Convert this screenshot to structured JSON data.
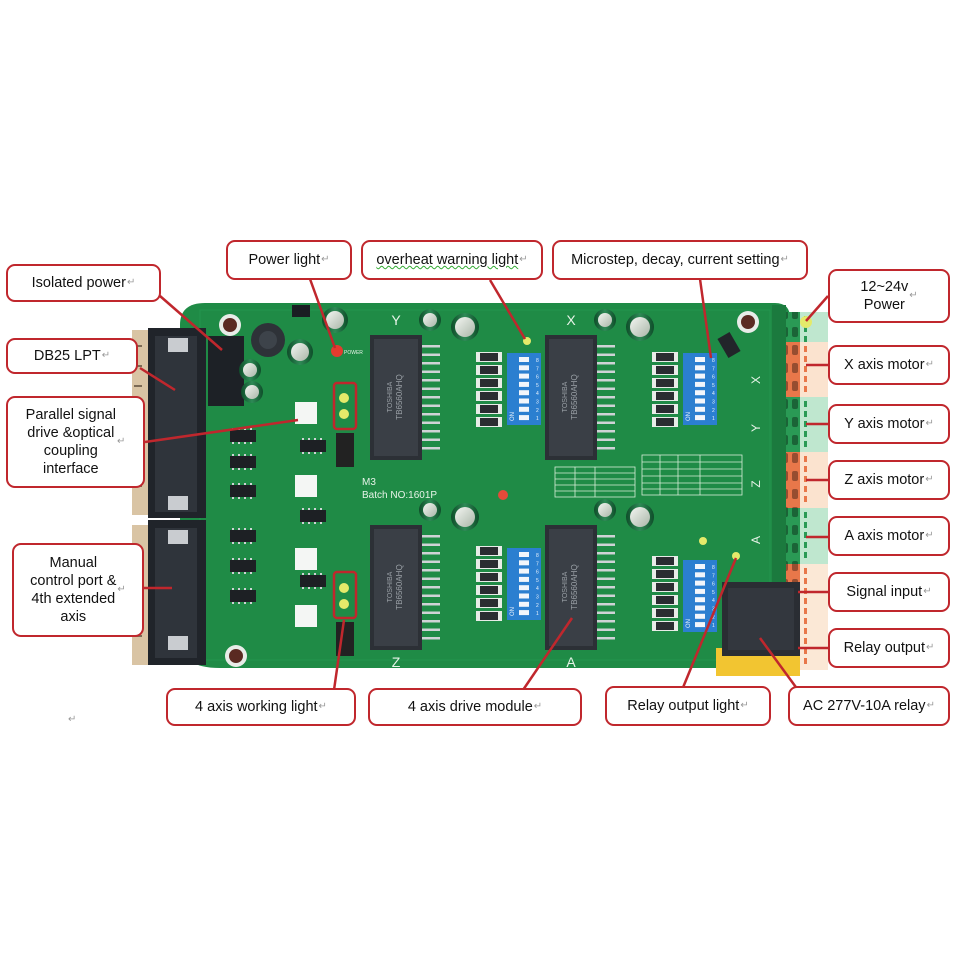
{
  "colors": {
    "callout_border": "#c0272d",
    "leader_line": "#c0272d",
    "pcb_green": "#1e8a45",
    "pcb_dark": "#137036",
    "terminal_orange": "#e8774a",
    "terminal_green": "#2a9a55",
    "dip_blue": "#2b7fd0",
    "relay_black": "#2a2d33",
    "relay_yellow": "#f2c531",
    "led_yellow": "#e4ea6a",
    "led_red": "#e33b2f"
  },
  "callouts": {
    "isolated_power": "Isolated power",
    "power_light": "Power light",
    "overheat_warning_light": "overheat warning light",
    "microstep_setting": "Microstep, decay, current setting",
    "power_12_24v": "12~24v\nPower",
    "db25_lpt": "DB25 LPT",
    "parallel_signal": "Parallel signal\ndrive &optical\ncoupling\ninterface",
    "manual_control": "Manual\ncontrol port &\n4th extended\naxis",
    "x_axis_motor": "X axis motor",
    "y_axis_motor": "Y axis motor",
    "z_axis_motor": "Z axis motor",
    "a_axis_motor": "A axis motor",
    "signal_input": "Signal input",
    "relay_output": "Relay output",
    "ac_relay": "AC 277V-10A relay",
    "working_light": "4 axis working light",
    "drive_module": "4 axis drive module",
    "relay_output_light": "Relay output light"
  },
  "return_mark": "↵",
  "board": {
    "model": "M3",
    "batch": "Batch NO:1601P",
    "axis_labels": [
      "Y",
      "X",
      "Z",
      "A"
    ],
    "edge_axis_labels": [
      "X",
      "Y",
      "Z",
      "A"
    ],
    "driver_chip_brand": "TOSHIBA",
    "driver_chip_part": "TB6560AHQ",
    "dip_on_label": "ON",
    "dip_numbers": [
      "1",
      "2",
      "3",
      "4",
      "5",
      "6",
      "7",
      "8"
    ],
    "power_silk": "POWER"
  }
}
